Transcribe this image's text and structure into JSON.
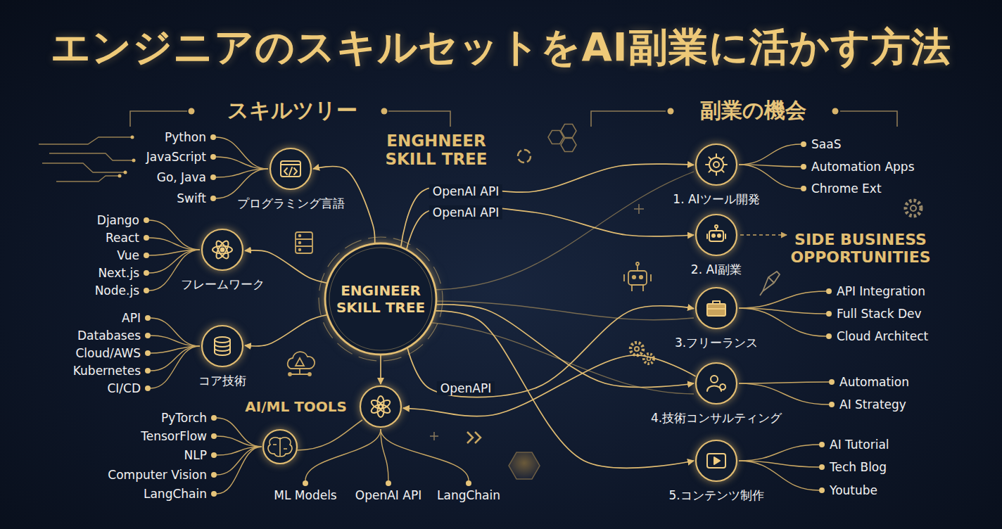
{
  "diagram": {
    "title": "エンジニアのスキルセットをAI副業に活かす方法",
    "nodes": [
      {
        "text": [
          "ENGINEER SKILL TREE"
        ]
      },
      {
        "text": [
          "プログラミング言語"
        ]
      },
      {
        "text": [
          "フレームワーク"
        ]
      },
      {
        "text": [
          "コア技術"
        ]
      },
      {
        "text": [
          "AI/ML TOOLS"
        ]
      },
      {
        "text": [
          "1. AIツール開発"
        ]
      },
      {
        "text": [
          "2. AI副業"
        ]
      },
      {
        "text": [
          "3.フリーランス"
        ]
      },
      {
        "text": [
          "4.技術コンサルティング"
        ]
      },
      {
        "text": [
          "5.コンテンツ制作"
        ]
      }
    ],
    "edges": [
      {
        "from": 0,
        "to": 1,
        "arrow": "to"
      },
      {
        "from": 0,
        "to": 2,
        "arrow": "to"
      },
      {
        "from": 0,
        "to": 3,
        "arrow": "to"
      },
      {
        "from": 0,
        "to": 4,
        "arrow": "to"
      },
      {
        "from": 0,
        "to": 5,
        "label": "OpenAI API",
        "arrow": "to"
      },
      {
        "from": 0,
        "to": 6,
        "label": "OpenAI API",
        "arrow": "to"
      },
      {
        "from": 0,
        "to": 7,
        "label": "OpenAPI",
        "arrow": "to"
      },
      {
        "from": 0,
        "to": 8,
        "arrow": "to"
      },
      {
        "from": 0,
        "to": 9,
        "arrow": "to"
      },
      {
        "from": 8,
        "to": 4,
        "arrow": "to"
      }
    ],
    "labels": [
      "スキルツリー",
      "副業の機会",
      "ENGHNEER SKILL TREE",
      "SIDE BUSINESS OPPORTUNITIES",
      "Python",
      "JavaScript",
      "Go, Java",
      "Swift",
      "Django",
      "React",
      "Vue",
      "Next.js",
      "Node.js",
      "API",
      "Databases",
      "Cloud/AWS",
      "Kubernetes",
      "CI/CD",
      "PyTorch",
      "TensorFlow",
      "NLP",
      "Computer Vision",
      "LangChain",
      "ML Models",
      "OpenAI API",
      "LangChain",
      "SaaS",
      "Automation Apps",
      "Chrome Ext",
      "API Integration",
      "Full Stack Dev",
      "Cloud Architect",
      "Automation",
      "AI Strategy",
      "AI Tutorial",
      "Tech Blog",
      "Youtube"
    ]
  }
}
